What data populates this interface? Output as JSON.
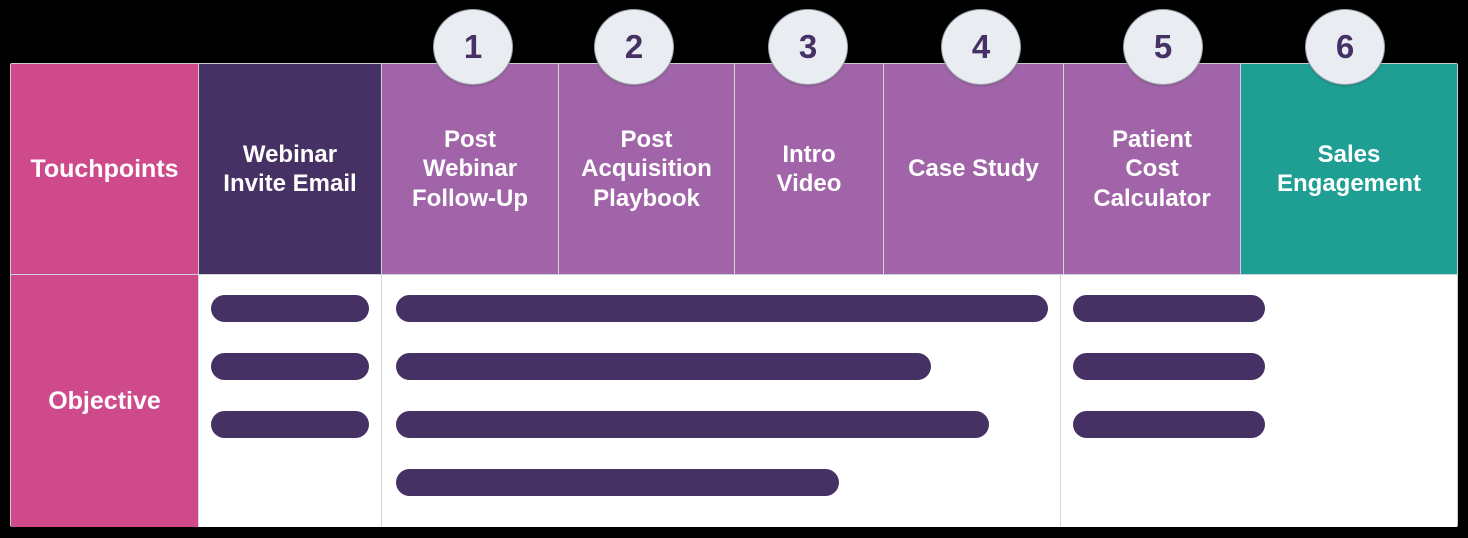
{
  "matrix": {
    "rows": [
      {
        "row_name": "touchpoints",
        "label": "Touchpoints",
        "cells": [
          {
            "label": "Webinar\nInvite Email",
            "color": "#453163",
            "step": null
          },
          {
            "label": "Post\nWebinar\nFollow-Up",
            "color": "#a164a8",
            "step": "1"
          },
          {
            "label": "Post\nAcquisition\nPlaybook",
            "color": "#a164a8",
            "step": "2"
          },
          {
            "label": "Intro\nVideo",
            "color": "#a164a8",
            "step": "3"
          },
          {
            "label": "Case Study",
            "color": "#a164a8",
            "step": "4"
          },
          {
            "label": "Patient\nCost\nCalculator",
            "color": "#a164a8",
            "step": "5"
          },
          {
            "label": "Sales\nEngagement",
            "color": "#1f9e93",
            "step": "6"
          }
        ]
      },
      {
        "row_name": "objective",
        "label": "Objective",
        "groups": [
          {
            "group_name": "webinar-invite-email-objectives",
            "bars": [
              100,
              100,
              100
            ]
          },
          {
            "group_name": "middle-touchpoints-objectives",
            "bars": [
              100,
              82,
              91,
              68
            ]
          },
          {
            "group_name": "sales-engagement-objectives",
            "bars": [
              100,
              100,
              100
            ]
          }
        ]
      }
    ]
  },
  "steps": [
    {
      "number": "1"
    },
    {
      "number": "2"
    },
    {
      "number": "3"
    },
    {
      "number": "4"
    },
    {
      "number": "5"
    },
    {
      "number": "6"
    }
  ],
  "colors": {
    "label_pink": "#cf4a8b",
    "dark_purple": "#453163",
    "mid_purple": "#a164a8",
    "teal": "#1f9e93",
    "circle_fill": "#e9edf1",
    "background": "#000000",
    "cell_background": "#ffffff"
  }
}
